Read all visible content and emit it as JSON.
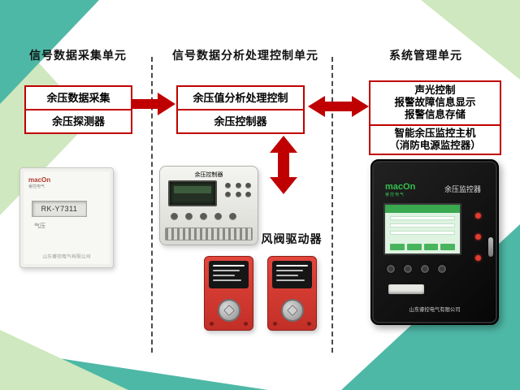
{
  "colors": {
    "accent_red": "#c00000",
    "teal": "#4eb8a6",
    "light_green": "#cfe8bf",
    "brand_green": "#35c04e"
  },
  "columns": [
    {
      "header": "信号数据采集单元",
      "rows": [
        {
          "lines": [
            "余压数据采集"
          ]
        },
        {
          "lines": [
            "余压探测器"
          ]
        }
      ]
    },
    {
      "header": "信号数据分析处理控制单元",
      "rows": [
        {
          "lines": [
            "余压值分析处理控制"
          ]
        },
        {
          "lines": [
            "余压控制器"
          ]
        }
      ]
    },
    {
      "header": "系统管理单元",
      "rows": [
        {
          "lines": [
            "声光控制",
            "报警故障信息显示",
            "报警信息存储"
          ]
        },
        {
          "lines": [
            "智能余压监控主机",
            "（消防电源监控器）"
          ]
        }
      ]
    }
  ],
  "labels": {
    "valve_driver": "风阀驱动器"
  },
  "devices": {
    "detector": {
      "brand": "macOn",
      "brand_sub": "睿控电气",
      "model": "RK-Y7311",
      "caption": "气压",
      "company": "山东睿控电气有限公司"
    },
    "controller": {
      "name": "余压控制器"
    },
    "monitor": {
      "brand": "macOn",
      "brand_sub": "睿控电气",
      "name": "余压监控器",
      "company": "山东睿控电气有限公司"
    }
  }
}
